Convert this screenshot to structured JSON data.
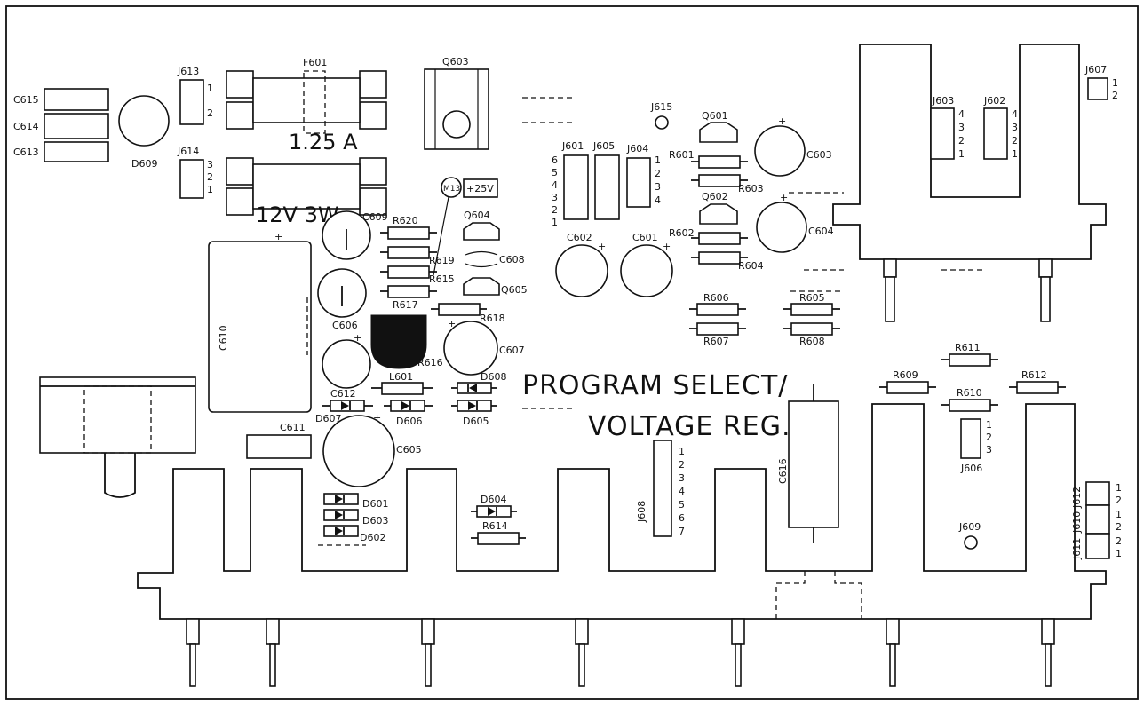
{
  "title_line1": "PROGRAM SELECT/",
  "title_line2": "VOLTAGE REG.",
  "fuse_1_rating": "1.25 A",
  "fuse_2_rating": "12V 3W",
  "testpoint_label": "M13",
  "testpoint_voltage": "+25V",
  "labels": {
    "c615": "C615",
    "c614": "C614",
    "c613": "C613",
    "d609": "D609",
    "j613": "J613",
    "j614": "J614",
    "f601": "F601",
    "q603": "Q603",
    "j615": "J615",
    "j601": "J601",
    "j605": "J605",
    "j604": "J604",
    "q601": "Q601",
    "r601": "R601",
    "r603": "R603",
    "q602": "Q602",
    "r602": "R602",
    "r604": "R604",
    "c603": "C603",
    "c604": "C604",
    "j603": "J603",
    "j602": "J602",
    "j607": "J607",
    "c609": "C609",
    "r620": "R620",
    "r619": "R619",
    "r615": "R615",
    "r617": "R617",
    "q604": "Q604",
    "c608": "C608",
    "q605": "Q605",
    "c602": "C602",
    "c601": "C601",
    "r618": "R618",
    "c610": "C610",
    "c606": "C606",
    "r616": "R616",
    "c607": "C607",
    "l601": "L601",
    "d608": "D608",
    "c612": "C612",
    "d607": "D607",
    "d606": "D606",
    "d605": "D605",
    "c611": "C611",
    "c605": "C605",
    "d601": "D601",
    "d603": "D603",
    "d602": "D602",
    "d604": "D604",
    "r614": "R614",
    "j608": "J608",
    "r606": "R606",
    "r607": "R607",
    "r605": "R605",
    "r608": "R608",
    "r611": "R611",
    "r609": "R609",
    "r612": "R612",
    "r610": "R610",
    "j606": "J606",
    "c616": "C616",
    "j609": "J609",
    "j612": "J612",
    "j610": "J610",
    "j611": "J611"
  },
  "pins": {
    "j613": [
      "1",
      "2"
    ],
    "j614": [
      "3",
      "2",
      "1"
    ],
    "j601": [
      "6",
      "5",
      "4",
      "3",
      "2",
      "1"
    ],
    "j604": [
      "1",
      "2",
      "3",
      "4"
    ],
    "j603": [
      "4",
      "3",
      "2",
      "1"
    ],
    "j602": [
      "4",
      "3",
      "2",
      "1"
    ],
    "j607": [
      "1",
      "2"
    ],
    "j608": [
      "1",
      "2",
      "3",
      "4",
      "5",
      "6",
      "7"
    ],
    "j606": [
      "1",
      "2",
      "3"
    ],
    "j612": [
      "1",
      "2"
    ],
    "j610": [
      "1",
      "2"
    ],
    "j611": [
      "2",
      "1"
    ]
  },
  "polarity_mark": "+"
}
